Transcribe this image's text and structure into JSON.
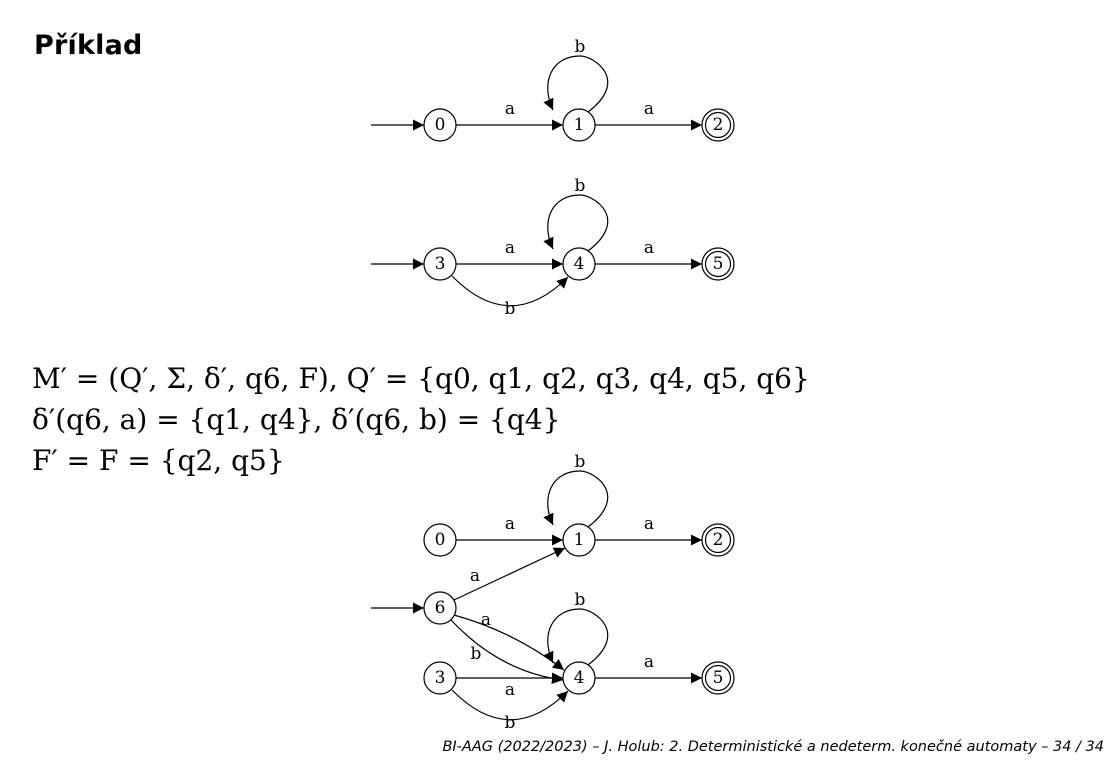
{
  "slide": {
    "title": "Příklad",
    "footer": "BI-AAG (2022/2023) – J. Holub: 2. Deterministické a nedeterm. konečné automaty – 34 / 34"
  },
  "automaton1": {
    "states": [
      "0",
      "1",
      "2"
    ],
    "edge_labels": {
      "e01": "a",
      "e11": "b",
      "e12": "a"
    }
  },
  "automaton2": {
    "states": [
      "3",
      "4",
      "5"
    ],
    "edge_labels": {
      "e34a": "a",
      "e44": "b",
      "e45": "a",
      "e34b": "b"
    }
  },
  "automaton3": {
    "states": [
      "0",
      "1",
      "2",
      "6",
      "3",
      "4",
      "5"
    ],
    "edge_labels": {
      "e01": "a",
      "e11": "b",
      "e12": "a",
      "e61": "a",
      "e64a": "a",
      "e64b": "b",
      "e34a": "a",
      "e34b": "b",
      "e44": "b",
      "e45": "a"
    }
  },
  "definitions": {
    "line1": "M′ = (Q′, Σ, δ′, q6, F), Q′ = {q0, q1, q2, q3, q4, q5, q6}",
    "line2": "δ′(q6, a) = {q1, q4}, δ′(q6, b) = {q4}",
    "line3": "F′ = F = {q2, q5}"
  }
}
